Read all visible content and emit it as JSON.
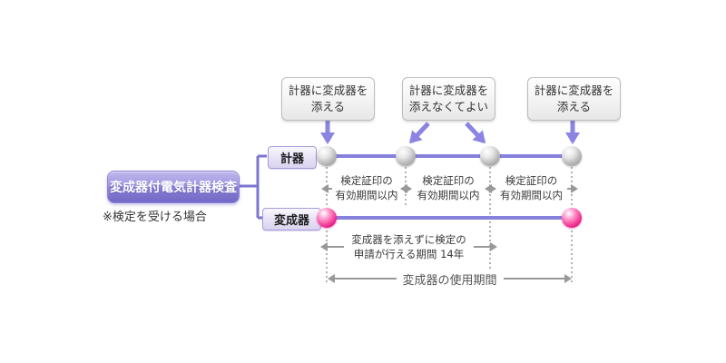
{
  "left_panel": {
    "main_button_label": "変成器付電気計器検査",
    "note": "※検定を受ける場合"
  },
  "rows": {
    "meter": "計器",
    "transformer": "変成器"
  },
  "callouts": [
    {
      "line1": "計器に変成器を",
      "line2": "添える"
    },
    {
      "line1": "計器に変成器を",
      "line2": "添えなくてよい"
    },
    {
      "line1": "計器に変成器を",
      "line2": "添える"
    }
  ],
  "validity_notes": [
    {
      "line1": "検定証印の",
      "line2": "有効期間以内"
    },
    {
      "line1": "検定証印の",
      "line2": "有効期間以内"
    },
    {
      "line1": "検定証印の",
      "line2": "有効期間以内"
    }
  ],
  "application_note": {
    "line1": "変成器を添えずに検定の",
    "line2": "申請が行える期間 14年"
  },
  "usage_note": {
    "label": "変成器の使用期間"
  },
  "colors": {
    "accent_purple": "#8b84e2",
    "bracket_purple": "#7d74d0",
    "button_purple_top": "#beb6ec",
    "button_purple_bottom": "#7468c7",
    "node_gray": "#9e9e9e",
    "node_pink": "#e5017f",
    "annotation_gray": "#999999",
    "dotted_gray": "#b3b3b3"
  }
}
